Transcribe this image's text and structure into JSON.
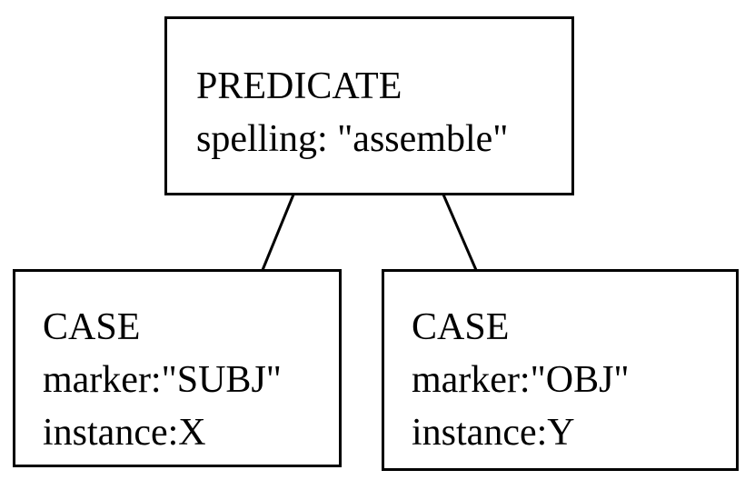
{
  "diagram": {
    "root": {
      "type": "PREDICATE",
      "attribute": "spelling: \"assemble\""
    },
    "children": [
      {
        "type": "CASE",
        "marker": "marker:\"SUBJ\"",
        "instance": "instance:X"
      },
      {
        "type": "CASE",
        "marker": "marker:\"OBJ\"",
        "instance": "instance:Y"
      }
    ],
    "colors": {
      "stroke": "#000000",
      "background": "#ffffff"
    }
  }
}
